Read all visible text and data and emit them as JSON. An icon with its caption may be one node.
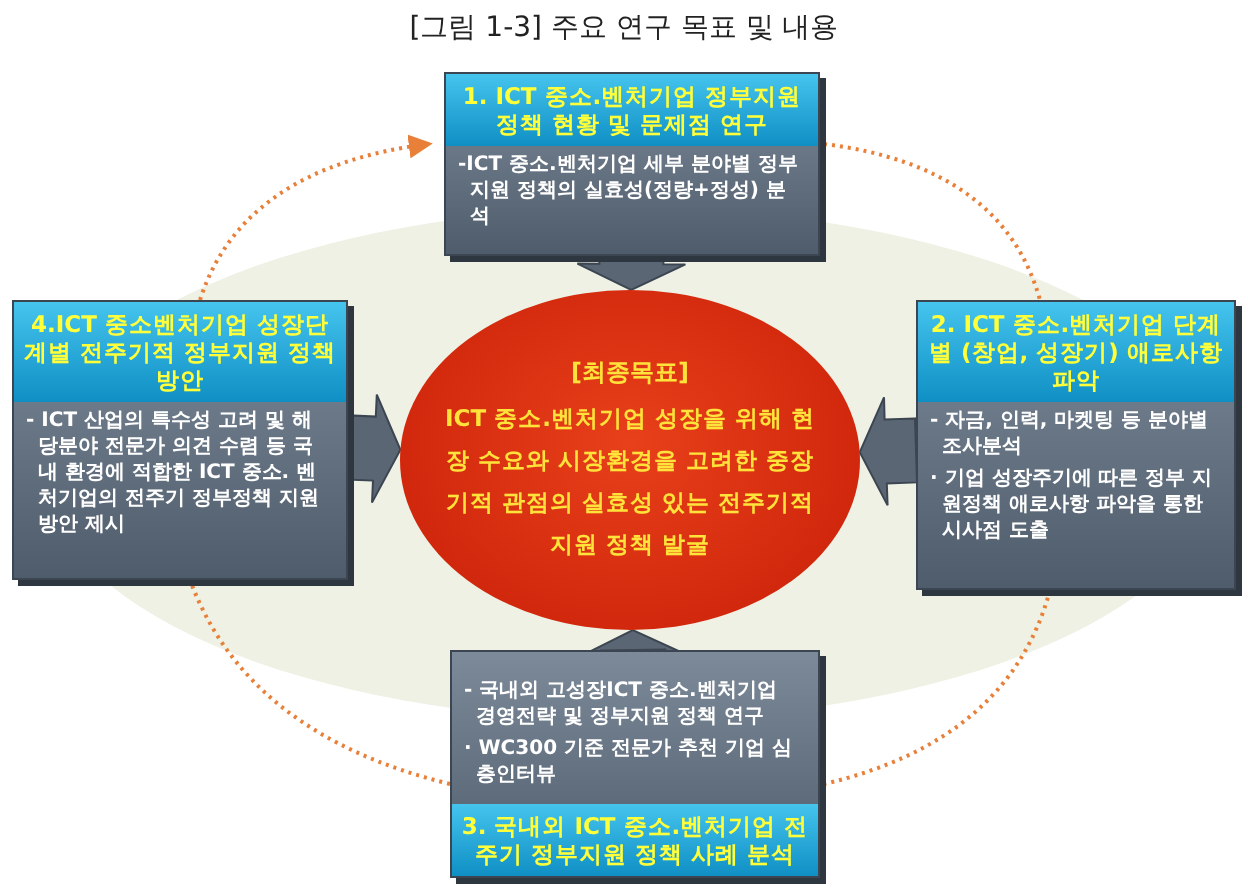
{
  "diagram": {
    "title": "[그림 1-3] 주요 연구 목표 및 내용",
    "nodes": [
      {
        "text": [
          "[최종목표]",
          "ICT 중소.벤처기업 성장을 위해 현장 수요와 시장환경을 고려한 중장기적 관점의 실효성 있는 전주기적 지원 정책 발굴"
        ]
      },
      {
        "text": [
          "1. ICT 중소.벤처기업 정부지원 정책 현황 및 문제점 연구",
          "-ICT 중소.벤처기업 세부 분야별 정부지원 정책의 실효성(정량+정성) 분석"
        ]
      },
      {
        "text": [
          "2. ICT 중소.벤처기업 단계별 (창업, 성장기) 애로사항 파악",
          "- 자금, 인력, 마켓팅 등 분야별 조사분석",
          "· 기업 성장주기에 따른 정부 지원정책 애로사항 파악을 통한 시사점 도출"
        ]
      },
      {
        "text": [
          "- 국내외 고성장ICT 중소.벤처기업 경영전략 및 정부지원 정책 연구",
          "· WC300 기준 전문가 추천 기업 심층인터뷰",
          "3. 국내외 ICT 중소.벤처기업 전주기 정부지원 정책 사례 분석"
        ]
      },
      {
        "text": [
          "4.ICT 중소벤처기업 성장단계별 전주기적 정부지원 정책 방안",
          "- ICT 산업의 특수성 고려 및 해당분야 전문가 의견 수렴 등 국내 환경에 적합한 ICT 중소. 벤처기업의 전주기 정부정책 지원방안 제시"
        ]
      }
    ],
    "edges": [
      {
        "from": 1,
        "to": 0,
        "arrow": "to",
        "style": "thick"
      },
      {
        "from": 2,
        "to": 0,
        "arrow": "to",
        "style": "thick"
      },
      {
        "from": 3,
        "to": 0,
        "arrow": "to",
        "style": "thick"
      },
      {
        "from": 4,
        "to": 0,
        "arrow": "to",
        "style": "thick"
      },
      {
        "from": 4,
        "to": 1,
        "arrow": "to",
        "style": "dashed",
        "color": "#e8803a"
      },
      {
        "from": 1,
        "to": 2,
        "arrow": "none",
        "style": "dashed",
        "color": "#e8803a"
      },
      {
        "from": 2,
        "to": 3,
        "arrow": "none",
        "style": "dashed",
        "color": "#e8803a"
      },
      {
        "from": 3,
        "to": 4,
        "arrow": "none",
        "style": "dashed",
        "color": "#e8803a"
      }
    ]
  }
}
